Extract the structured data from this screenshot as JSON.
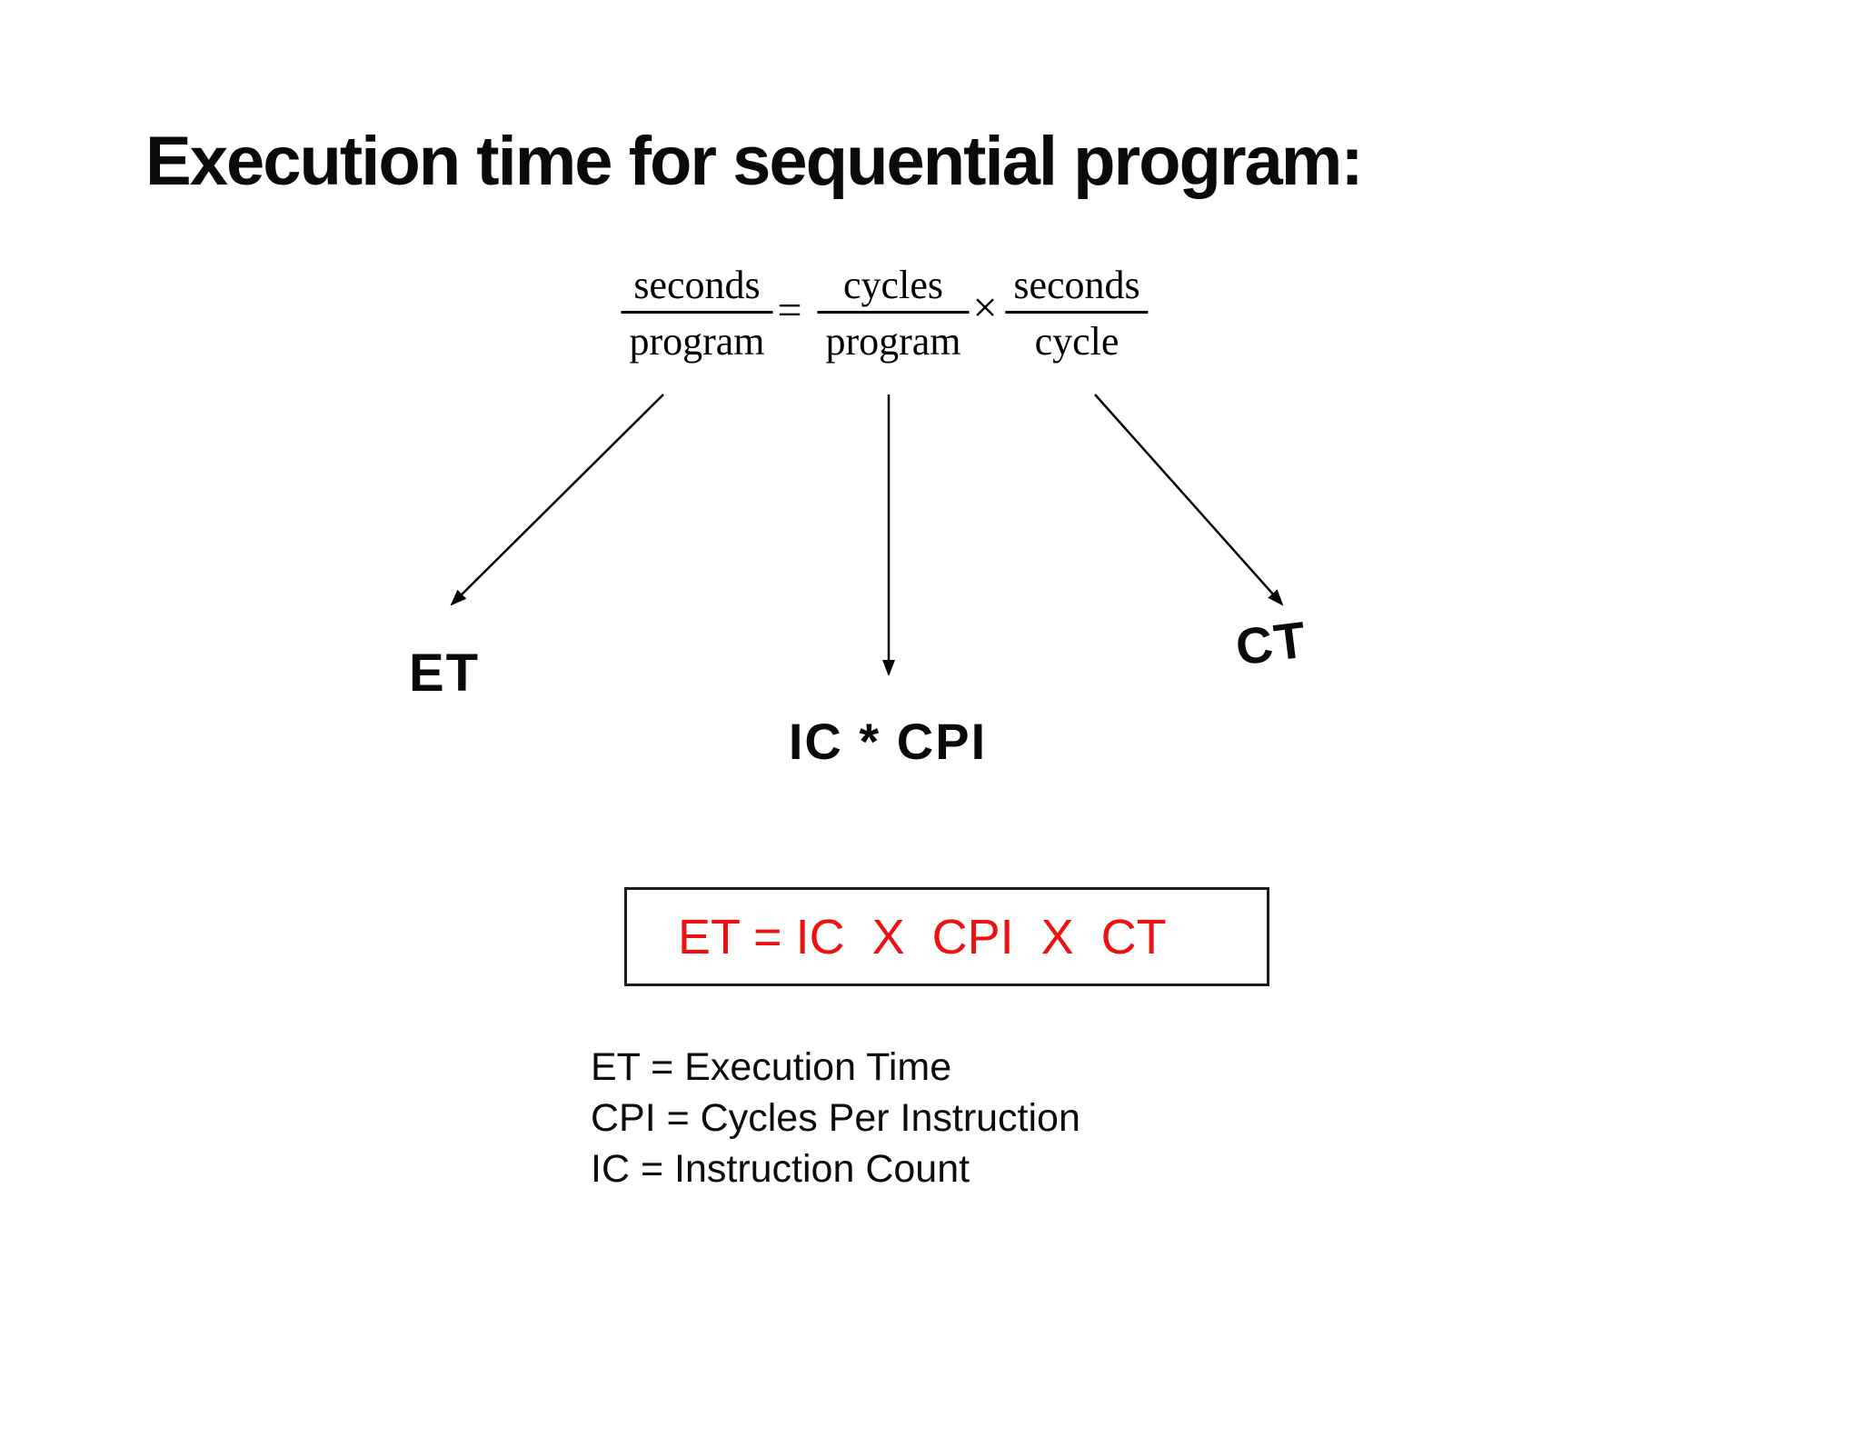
{
  "title": "Execution time for sequential program:",
  "formula": {
    "fractions": [
      {
        "numerator": "seconds",
        "denominator": "program"
      },
      {
        "numerator": "cycles",
        "denominator": "program"
      },
      {
        "numerator": "seconds",
        "denominator": "cycle"
      }
    ],
    "equals_sign": "=",
    "times_sign": "×"
  },
  "diagram": {
    "arrow_icons": [
      "down-left-arrow-icon",
      "down-arrow-icon",
      "down-right-arrow-icon"
    ],
    "labels": {
      "et": "ET",
      "ic_cpi": "IC * CPI",
      "ct": "CT"
    }
  },
  "boxed_equation": "ET = IC  X  CPI  X  CT",
  "legend": {
    "lines": [
      "ET = Execution Time",
      "CPI = Cycles Per Instruction",
      "IC = Instruction Count"
    ]
  },
  "colors": {
    "equation_red": "#ee1111",
    "ink_black": "#0a0a0a",
    "background": "#ffffff"
  }
}
